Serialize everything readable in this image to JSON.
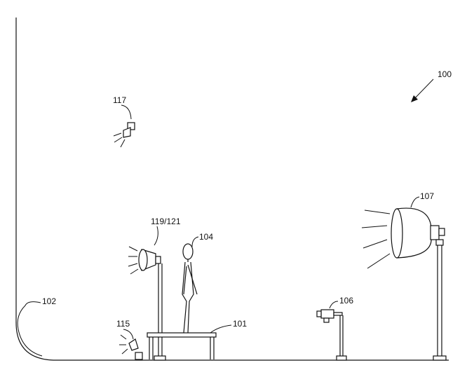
{
  "labels": {
    "fig": "100",
    "floor": "102",
    "table": "101",
    "subject": "104",
    "camera": "106",
    "light_big": "107",
    "light_mid": "119/121",
    "light_low": "115",
    "light_top": "117"
  }
}
